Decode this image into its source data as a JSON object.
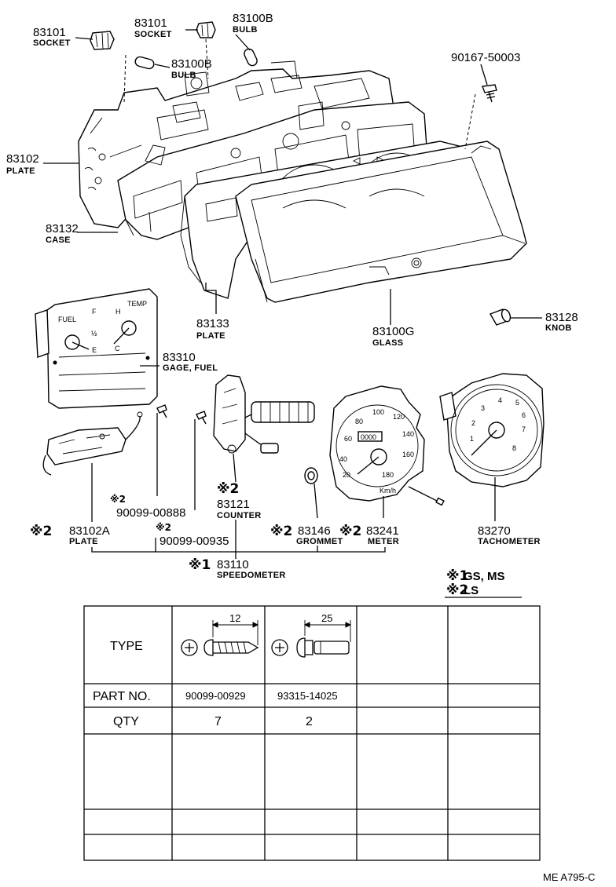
{
  "labels": {
    "socket_left": {
      "number": "83101",
      "name": "SOCKET"
    },
    "socket_mid": {
      "number": "83101",
      "name": "SOCKET"
    },
    "bulb_top": {
      "number": "83100B",
      "name": "BULB"
    },
    "bulb_left": {
      "number": "83100B",
      "name": "BULB"
    },
    "screw_top": {
      "number": "90167-50003"
    },
    "plate_83102": {
      "number": "83102",
      "name": "PLATE"
    },
    "case": {
      "number": "83132",
      "name": "CASE"
    },
    "plate_83133": {
      "number": "83133",
      "name": "PLATE"
    },
    "glass": {
      "number": "83100G",
      "name": "GLASS"
    },
    "knob": {
      "number": "83128",
      "name": "KNOB"
    },
    "gage_fuel": {
      "number": "83310",
      "name": "GAGE, FUEL"
    },
    "screw_888": {
      "mark": "※2",
      "number": "90099-00888"
    },
    "screw_935": {
      "mark": "※2",
      "number": "90099-00935"
    },
    "counter": {
      "mark": "※2",
      "number": "83121",
      "name": "COUNTER"
    },
    "plate_83102a": {
      "mark": "※2",
      "number": "83102A",
      "name": "PLATE"
    },
    "grommet": {
      "mark": "※2",
      "number": "83146",
      "name": "GROMMET"
    },
    "meter": {
      "mark": "※2",
      "number": "83241",
      "name": "METER"
    },
    "speedometer": {
      "mark": "※1",
      "number": "83110",
      "name": "SPEEDOMETER"
    },
    "tachometer": {
      "number": "83270",
      "name": "TACHOMETER"
    }
  },
  "gauge_text": {
    "fuel": "FUEL",
    "temp": "TEMP",
    "f": "F",
    "half": "½",
    "e": "E",
    "h": "H",
    "c": "C",
    "kmh": "Km/h",
    "odo": "0000",
    "speed_marks": [
      "20",
      "40",
      "60",
      "80",
      "100",
      "120",
      "140",
      "160",
      "180"
    ],
    "tach_marks": [
      "1",
      "2",
      "3",
      "4",
      "5",
      "6",
      "7",
      "8"
    ]
  },
  "notes": [
    {
      "mark": "※1",
      "text": "GS, MS"
    },
    {
      "mark": "※2",
      "text": "LS"
    }
  ],
  "table": {
    "row_labels": [
      "TYPE",
      "PART NO.",
      "QTY"
    ],
    "columns": [
      {
        "dimension": "12",
        "part_no": "90099-00929",
        "qty": "7"
      },
      {
        "dimension": "25",
        "part_no": "93315-14025",
        "qty": "2"
      },
      {
        "dimension": "",
        "part_no": "",
        "qty": ""
      },
      {
        "dimension": "",
        "part_no": "",
        "qty": ""
      }
    ]
  },
  "code": "ME  A795-C"
}
